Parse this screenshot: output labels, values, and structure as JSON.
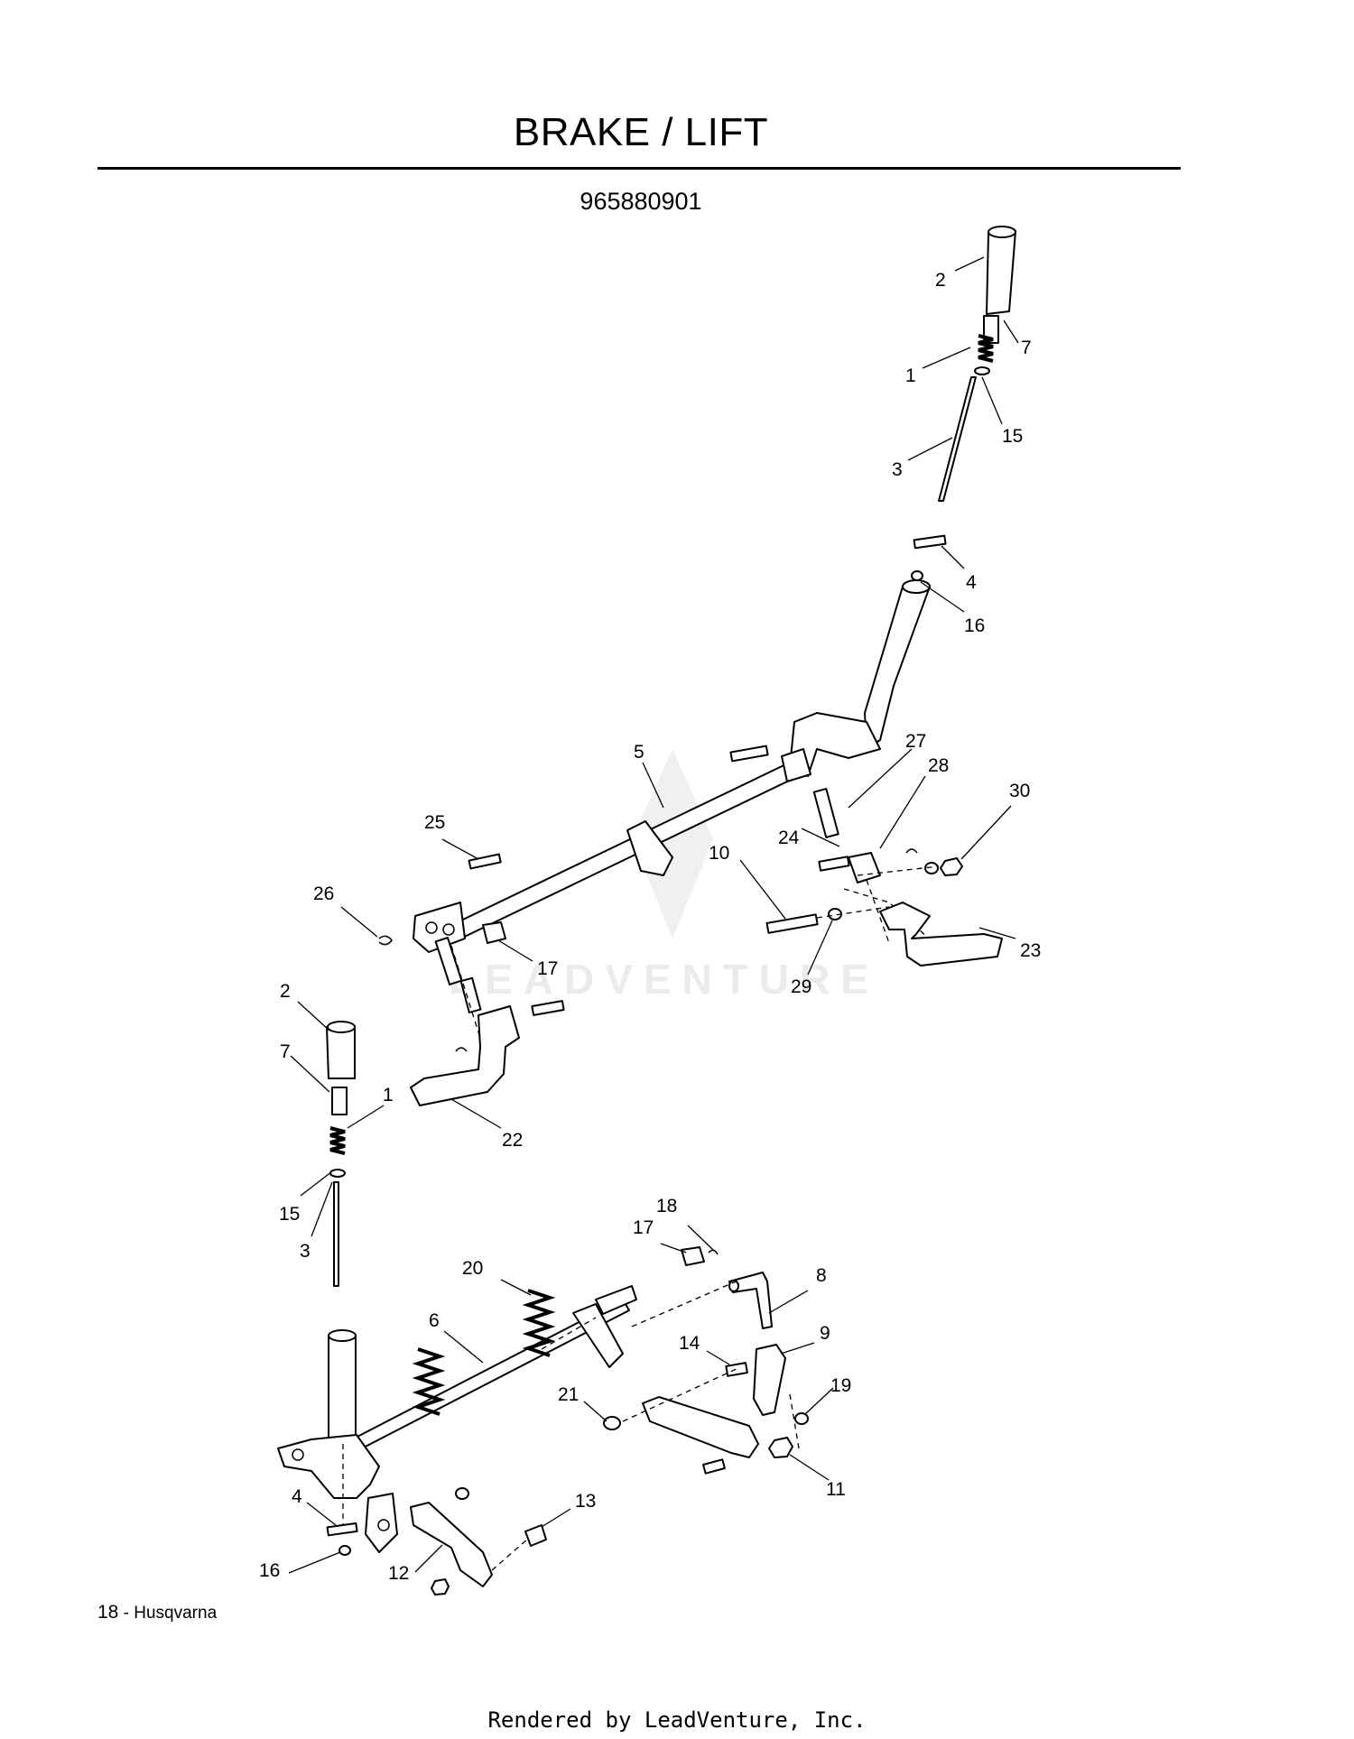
{
  "header": {
    "title": "BRAKE / LIFT",
    "model_number": "965880901"
  },
  "watermark": {
    "text": "LEADVENTURE"
  },
  "callouts": [
    {
      "id": "c-top-2",
      "label": "2"
    },
    {
      "id": "c-top-7",
      "label": "7"
    },
    {
      "id": "c-top-1",
      "label": "1"
    },
    {
      "id": "c-top-15",
      "label": "15"
    },
    {
      "id": "c-top-3",
      "label": "3"
    },
    {
      "id": "c-top-4",
      "label": "4"
    },
    {
      "id": "c-top-16",
      "label": "16"
    },
    {
      "id": "c-5",
      "label": "5"
    },
    {
      "id": "c-27",
      "label": "27"
    },
    {
      "id": "c-28",
      "label": "28"
    },
    {
      "id": "c-30",
      "label": "30"
    },
    {
      "id": "c-25",
      "label": "25"
    },
    {
      "id": "c-24",
      "label": "24"
    },
    {
      "id": "c-26",
      "label": "26"
    },
    {
      "id": "c-10",
      "label": "10"
    },
    {
      "id": "c-mid-17",
      "label": "17"
    },
    {
      "id": "c-29",
      "label": "29"
    },
    {
      "id": "c-23",
      "label": "23"
    },
    {
      "id": "c-bot-2",
      "label": "2"
    },
    {
      "id": "c-bot-7",
      "label": "7"
    },
    {
      "id": "c-bot-1",
      "label": "1"
    },
    {
      "id": "c-22",
      "label": "22"
    },
    {
      "id": "c-bot-15",
      "label": "15"
    },
    {
      "id": "c-bot-3",
      "label": "3"
    },
    {
      "id": "c-18",
      "label": "18"
    },
    {
      "id": "c-bot-17",
      "label": "17"
    },
    {
      "id": "c-20",
      "label": "20"
    },
    {
      "id": "c-8",
      "label": "8"
    },
    {
      "id": "c-6",
      "label": "6"
    },
    {
      "id": "c-9",
      "label": "9"
    },
    {
      "id": "c-14",
      "label": "14"
    },
    {
      "id": "c-19",
      "label": "19"
    },
    {
      "id": "c-21",
      "label": "21"
    },
    {
      "id": "c-11",
      "label": "11"
    },
    {
      "id": "c-13",
      "label": "13"
    },
    {
      "id": "c-bot-4",
      "label": "4"
    },
    {
      "id": "c-bot-16",
      "label": "16"
    },
    {
      "id": "c-12",
      "label": "12"
    }
  ],
  "footer": {
    "page_number": "18",
    "separator": " - ",
    "brand": "Husqvarna",
    "rendered_by": "Rendered by LeadVenture, Inc."
  }
}
